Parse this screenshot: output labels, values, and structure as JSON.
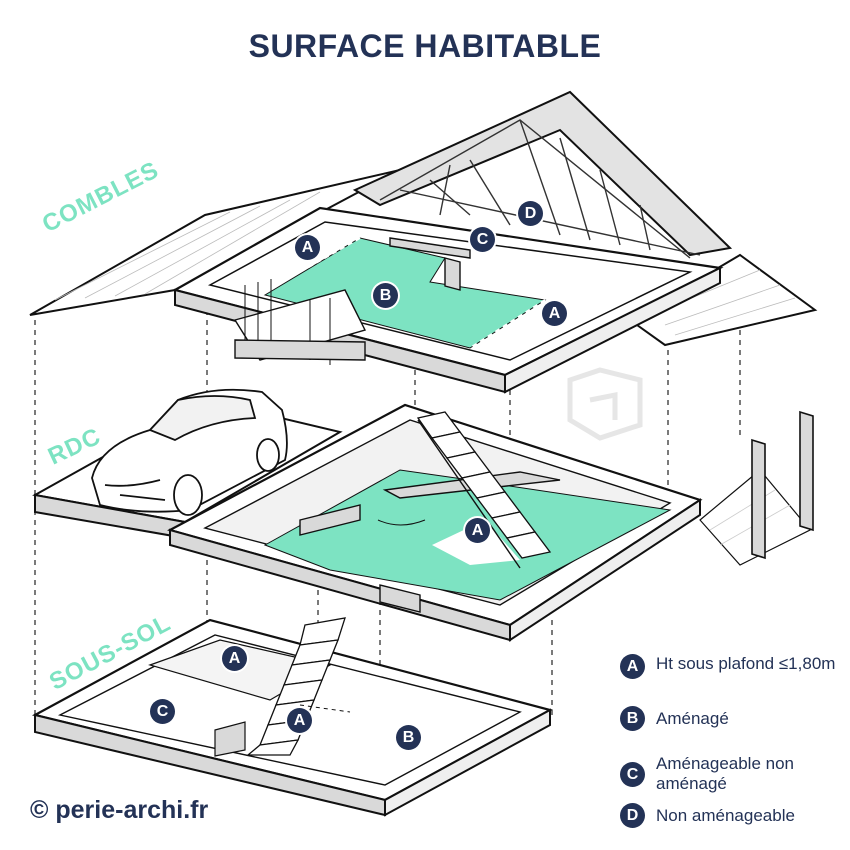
{
  "title": "SURFACE HABITABLE",
  "levels": {
    "combles": "COMBLES",
    "rdc": "RDC",
    "sous_sol": "SOUS-SOL"
  },
  "markers": {
    "combles_a1": "A",
    "combles_a2": "A",
    "combles_b": "B",
    "combles_c": "C",
    "combles_d": "D",
    "rdc_a": "A",
    "soussol_a1": "A",
    "soussol_a2": "A",
    "soussol_b": "B",
    "soussol_c": "C"
  },
  "legend": [
    {
      "key": "A",
      "text": "Ht sous plafond ≤1,80m"
    },
    {
      "key": "B",
      "text": "Aménagé"
    },
    {
      "key": "C",
      "text": "Aménageable non aménagé"
    },
    {
      "key": "D",
      "text": "Non aménageable"
    }
  ],
  "credit": {
    "symbol": "©",
    "text": "perie-archi.fr"
  },
  "colors": {
    "title": "#233256",
    "habitable_green": "#7de3c2",
    "marker_bg": "#233256",
    "wall_fill": "#ffffff",
    "wall_side": "#d9d9d9",
    "line": "#111111"
  }
}
